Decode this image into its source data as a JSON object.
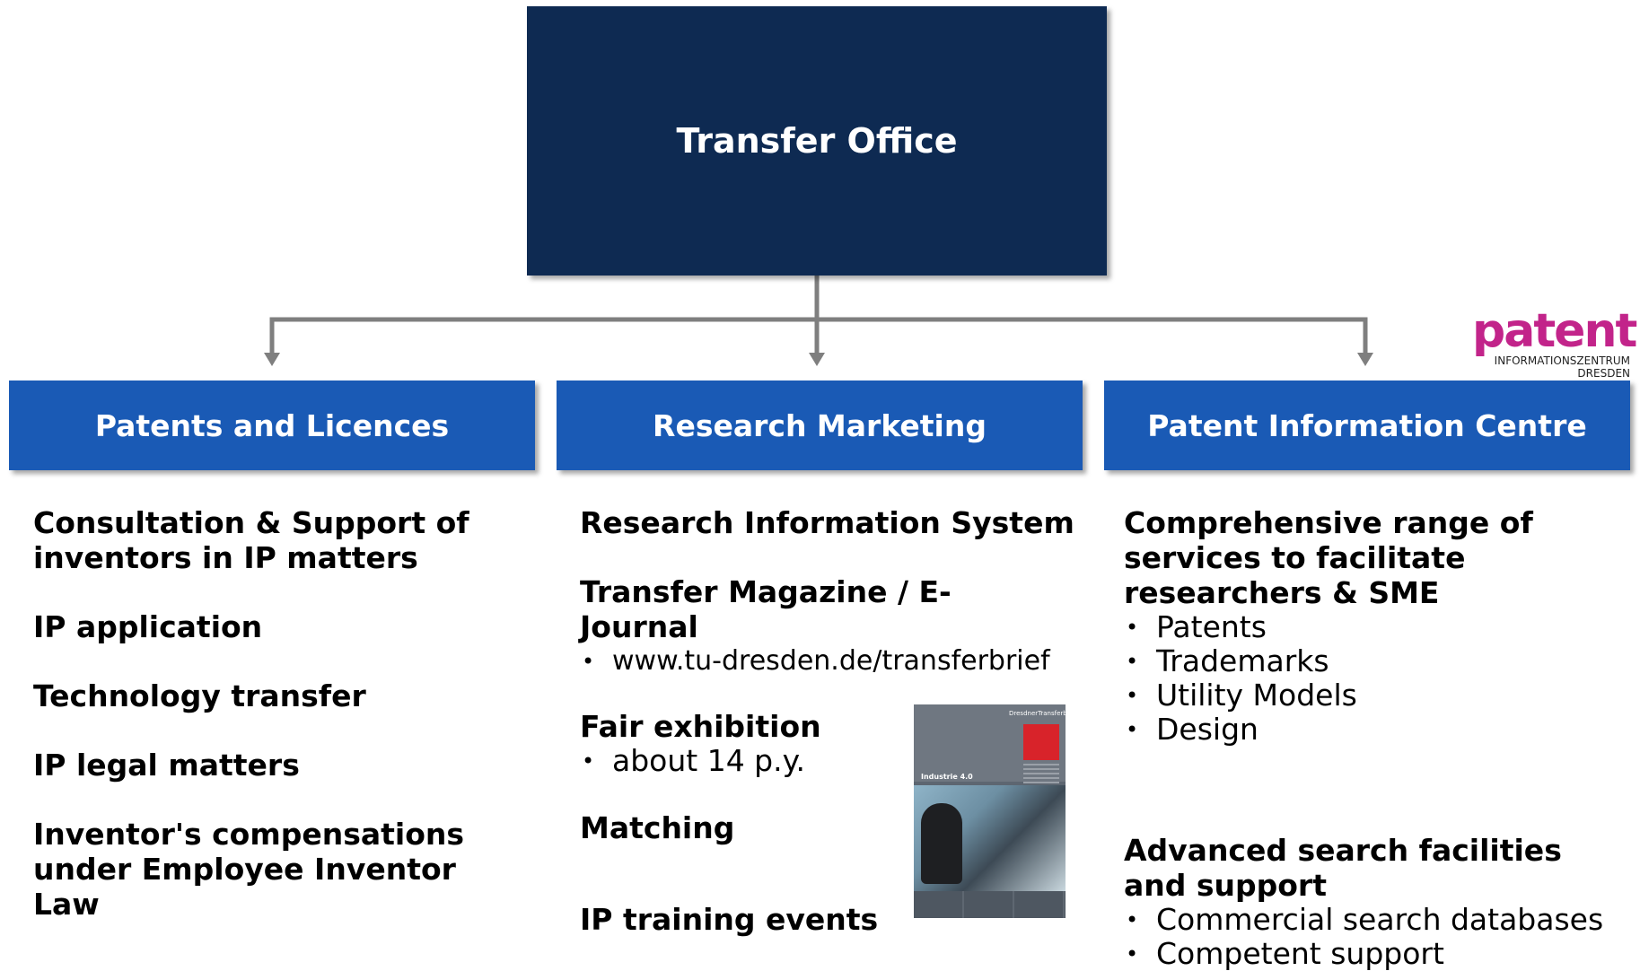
{
  "diagram": {
    "top_box": {
      "label": "Transfer Office"
    },
    "columns": [
      {
        "header": "Patents and Licences",
        "items": [
          {
            "title": "Consultation & Support of\ninventors in IP matters"
          },
          {
            "title": "IP application"
          },
          {
            "title": "Technology transfer"
          },
          {
            "title": "IP legal matters"
          },
          {
            "title": "Inventor's compensations\nunder Employee Inventor\nLaw"
          }
        ]
      },
      {
        "header": "Research Marketing",
        "items": [
          {
            "title": "Research Information System"
          },
          {
            "title": "Transfer Magazine / E-\nJournal",
            "bullets": [
              "www.tu-dresden.de/transferbrief"
            ]
          },
          {
            "title": "Fair exhibition",
            "bullets": [
              "about 14 p.y."
            ]
          },
          {
            "title": "Matching"
          },
          {
            "title": "IP training events"
          }
        ]
      },
      {
        "header": "Patent Information Centre",
        "items": [
          {
            "title": "Comprehensive range of\nservices to facilitate\nresearchers & SME",
            "bullets": [
              "Patents",
              "Trademarks",
              "Utility Models",
              "Design"
            ]
          },
          {
            "title": "Advanced search facilities\nand support",
            "bullets": [
              "Commercial search databases",
              "Competent support"
            ]
          }
        ]
      }
    ],
    "logo": {
      "word": "patent",
      "line1": "INFORMATIONSZENTRUM",
      "line2": "DRESDEN"
    },
    "magazine": {
      "brand": "DresdnerTransferbrief",
      "cover_title": "Industrie 4.0"
    },
    "colors": {
      "top_box": "#0e2a52",
      "column_header": "#1a5ab5",
      "connector": "#7f7f7f",
      "logo": "#c2248a"
    }
  }
}
